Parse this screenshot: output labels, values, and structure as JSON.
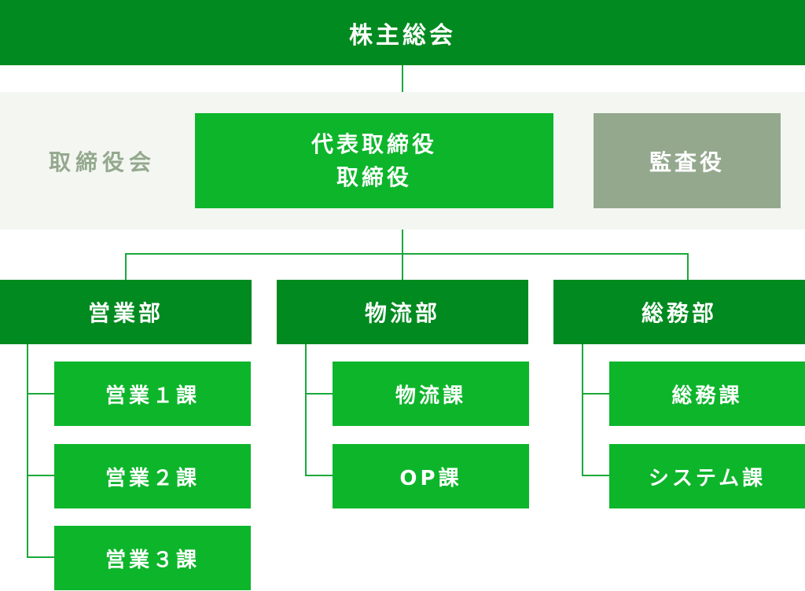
{
  "top": {
    "label": "株主総会"
  },
  "board": {
    "band_label": "取締役会",
    "main_line1": "代表取締役",
    "main_line2": "取締役",
    "auditor": "監査役"
  },
  "departments": [
    {
      "name": "営業部",
      "sections": [
        "営業１課",
        "営業２課",
        "営業３課"
      ]
    },
    {
      "name": "物流部",
      "sections": [
        "物流課",
        "OP課"
      ]
    },
    {
      "name": "総務部",
      "sections": [
        "総務課",
        "システム課"
      ]
    }
  ],
  "colors": {
    "dark_green": "#008a1f",
    "bright_green": "#0db52b",
    "grey_green": "#94a88e",
    "band_bg": "#f3f6f1"
  }
}
